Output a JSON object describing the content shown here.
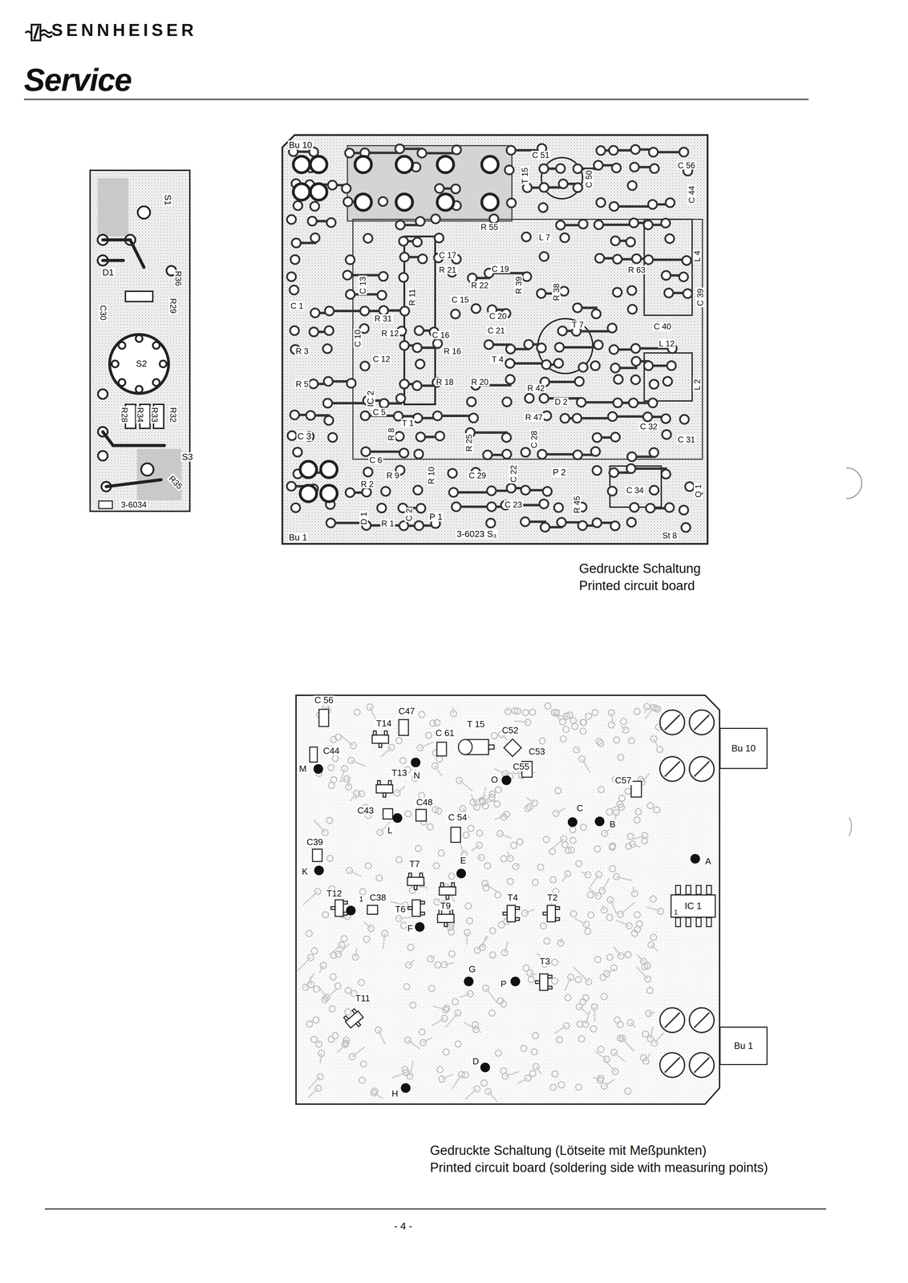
{
  "diagram": {
    "title": "Service",
    "nodes": [
      {
        "text": [
          "Bu 10"
        ]
      },
      {
        "text": [
          "Bu 1"
        ]
      },
      {
        "text": [
          "IC 1"
        ]
      }
    ],
    "labels": [
      "SENNHEISER",
      "Gedruckte Schaltung",
      "Printed circuit board",
      "Gedruckte Schaltung (Lötseite mit Meßpunkten)",
      "Printed circuit board (soldering side with measuring points)",
      "- 4 -",
      "S1",
      "D1",
      "R36",
      "R29",
      "C30",
      "S2",
      "R28",
      "R34",
      "R33",
      "R32",
      "S3",
      "R35",
      "3-6034",
      "Bu 10",
      "Bu 1",
      "3-6023 S₃",
      "St 8",
      "C 51",
      "T 15",
      "C 50",
      "C 56",
      "C 44",
      "R 55",
      "L 7",
      "R 63",
      "L 4",
      "C 39",
      "C 40",
      "L 12",
      "L 2",
      "C 32",
      "C 31",
      "Q 1",
      "C 34",
      "R 45",
      "P 2",
      "C 23",
      "C 22",
      "C 29",
      "P 1",
      "C 2",
      "R 1",
      "R 2",
      "D 1",
      "C 6",
      "R 9",
      "R 10",
      "C 3",
      "R 5",
      "R 3",
      "C 1",
      "C 10",
      "R 12",
      "R 31",
      "C 12",
      "IC 2",
      "C 5",
      "R 8",
      "T 1",
      "C 17",
      "R 21",
      "C 19",
      "R 22",
      "C 15",
      "C 20",
      "C 21",
      "C 16",
      "R 16",
      "T 4",
      "R 20",
      "R 18",
      "R 25",
      "C 28",
      "R 47",
      "R 42",
      "D 2",
      "T 7",
      "R 38",
      "R 39",
      "C 13",
      "R 11",
      "C 56",
      "C47",
      "T14",
      "C 61",
      "T 15",
      "C52",
      "C53",
      "C44",
      "M",
      "N",
      "T13",
      "O",
      "C55",
      "C57",
      "C48",
      "C43",
      "L",
      "C 54",
      "C",
      "B",
      "A",
      "C39",
      "K",
      "T7",
      "E",
      "T12",
      "1",
      "C38",
      "T6",
      "T9",
      "F",
      "T4",
      "T2",
      "G",
      "P",
      "T3",
      "T11",
      "D",
      "H",
      "1"
    ]
  }
}
